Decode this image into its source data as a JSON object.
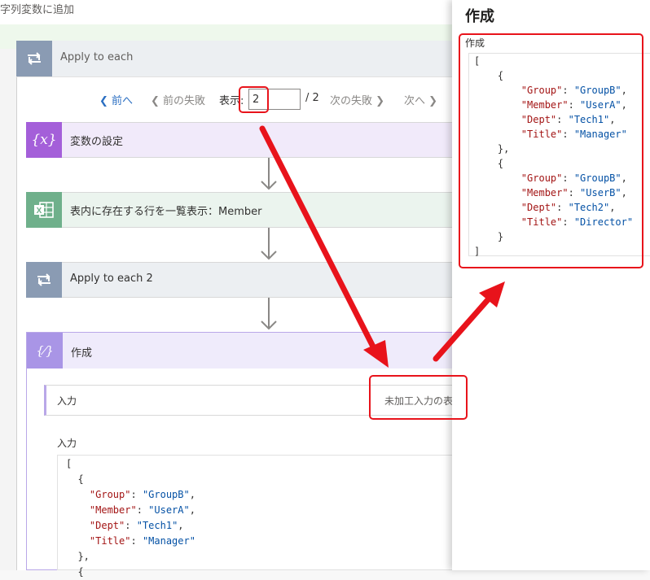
{
  "top_bar": {
    "title": "字列変数に追加"
  },
  "apply_each": {
    "label": "Apply to each"
  },
  "pager": {
    "prev": "前へ",
    "prev_failure": "前の失敗",
    "show": "表示:",
    "page_value": "2",
    "total": "/ 2",
    "next_failure": "次の失敗",
    "next": "次へ"
  },
  "steps": [
    {
      "label": "変数の設定",
      "icon": "variable-icon",
      "color": "#a45fd9"
    },
    {
      "label": "表内に存在する行を一覧表示：Member",
      "icon": "excel-icon",
      "color": "#6fb08b"
    },
    {
      "label": "Apply to each 2",
      "icon": "loop-icon",
      "color": "#8a9bb3"
    }
  ],
  "compose": {
    "title": "作成",
    "input_row_label": "入力",
    "raw_inputs_link": "未加工入力の表",
    "input_label": "入力",
    "code_lines": [
      "[",
      "  {",
      "    \"Group\": \"GroupB\",",
      "    \"Member\": \"UserA\",",
      "    \"Dept\": \"Tech1\",",
      "    \"Title\": \"Manager\"",
      "  },",
      "  {"
    ]
  },
  "panel": {
    "title": "作成",
    "label": "作成",
    "code_lines": [
      "[",
      "    {",
      "        \"Group\": \"GroupB\",",
      "        \"Member\": \"UserA\",",
      "        \"Dept\": \"Tech1\",",
      "        \"Title\": \"Manager\"",
      "    },",
      "    {",
      "        \"Group\": \"GroupB\",",
      "        \"Member\": \"UserB\",",
      "        \"Dept\": \"Tech2\",",
      "        \"Title\": \"Director\"",
      "    }",
      "]"
    ]
  },
  "colors": {
    "annotation_red": "#e8131b",
    "link_blue": "#2b6fc2",
    "json_key": "#a31515",
    "json_string": "#0451a5"
  }
}
